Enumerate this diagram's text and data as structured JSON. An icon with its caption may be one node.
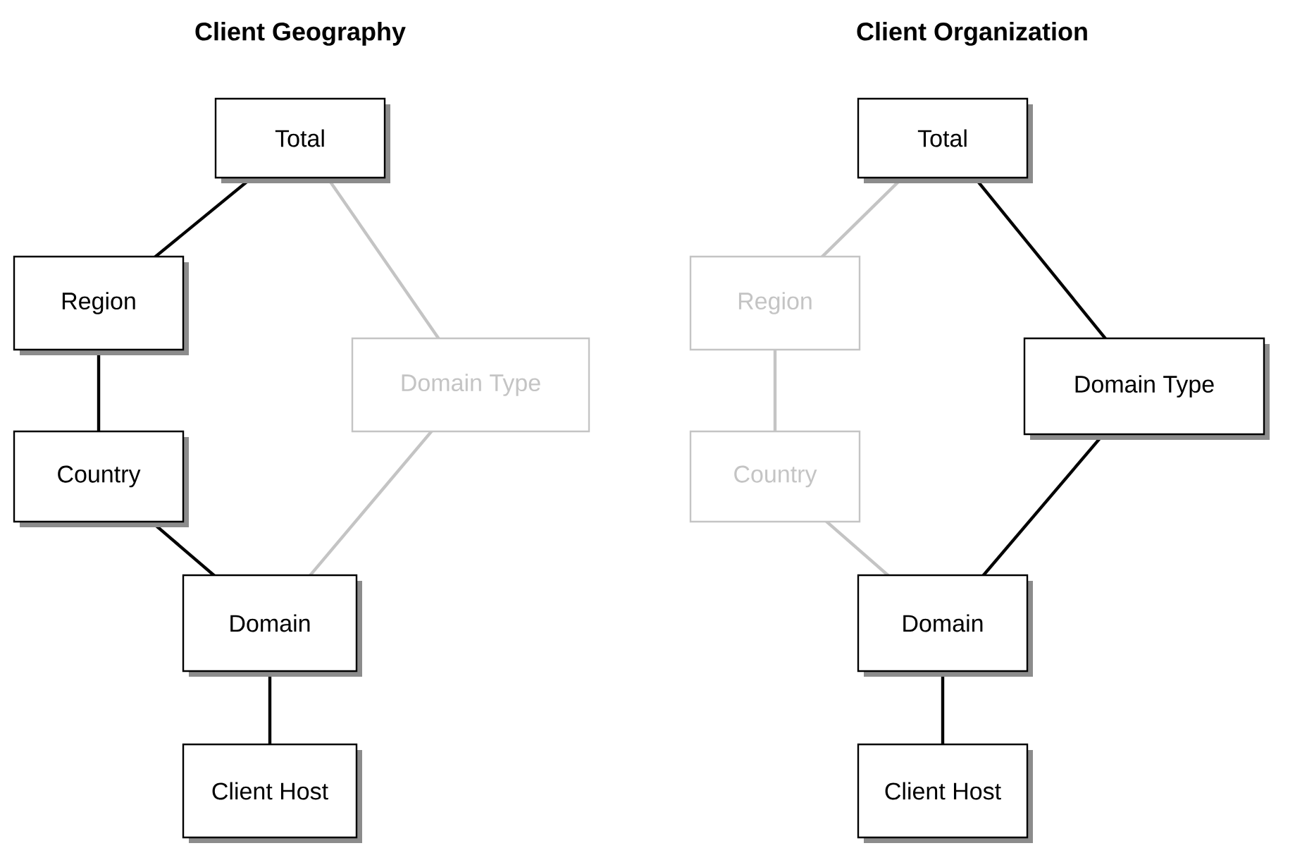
{
  "diagram": {
    "nodes": [
      {
        "text": [
          "Total"
        ]
      },
      {
        "text": [
          "Region"
        ]
      },
      {
        "text": [
          "Domain Type"
        ]
      },
      {
        "text": [
          "Country"
        ]
      },
      {
        "text": [
          "Domain"
        ]
      },
      {
        "text": [
          "Client Host"
        ]
      },
      {
        "text": [
          "Total"
        ]
      },
      {
        "text": [
          "Region"
        ]
      },
      {
        "text": [
          "Domain Type"
        ]
      },
      {
        "text": [
          "Country"
        ]
      },
      {
        "text": [
          "Domain"
        ]
      },
      {
        "text": [
          "Client Host"
        ]
      }
    ],
    "edges": [
      {
        "from": 0,
        "to": 1,
        "arrow": "none"
      },
      {
        "from": 1,
        "to": 3,
        "arrow": "none"
      },
      {
        "from": 3,
        "to": 4,
        "arrow": "none"
      },
      {
        "from": 4,
        "to": 5,
        "arrow": "none"
      },
      {
        "from": 0,
        "to": 2,
        "arrow": "none",
        "color": "#c4c4c4"
      },
      {
        "from": 2,
        "to": 4,
        "arrow": "none",
        "color": "#c4c4c4"
      },
      {
        "from": 6,
        "to": 7,
        "arrow": "none",
        "color": "#c4c4c4"
      },
      {
        "from": 7,
        "to": 9,
        "arrow": "none",
        "color": "#c4c4c4"
      },
      {
        "from": 9,
        "to": 10,
        "arrow": "none",
        "color": "#c4c4c4"
      },
      {
        "from": 6,
        "to": 8,
        "arrow": "none"
      },
      {
        "from": 8,
        "to": 10,
        "arrow": "none"
      },
      {
        "from": 10,
        "to": 11,
        "arrow": "none"
      }
    ],
    "labels": [
      "Client Geography",
      "Client Organization"
    ]
  }
}
